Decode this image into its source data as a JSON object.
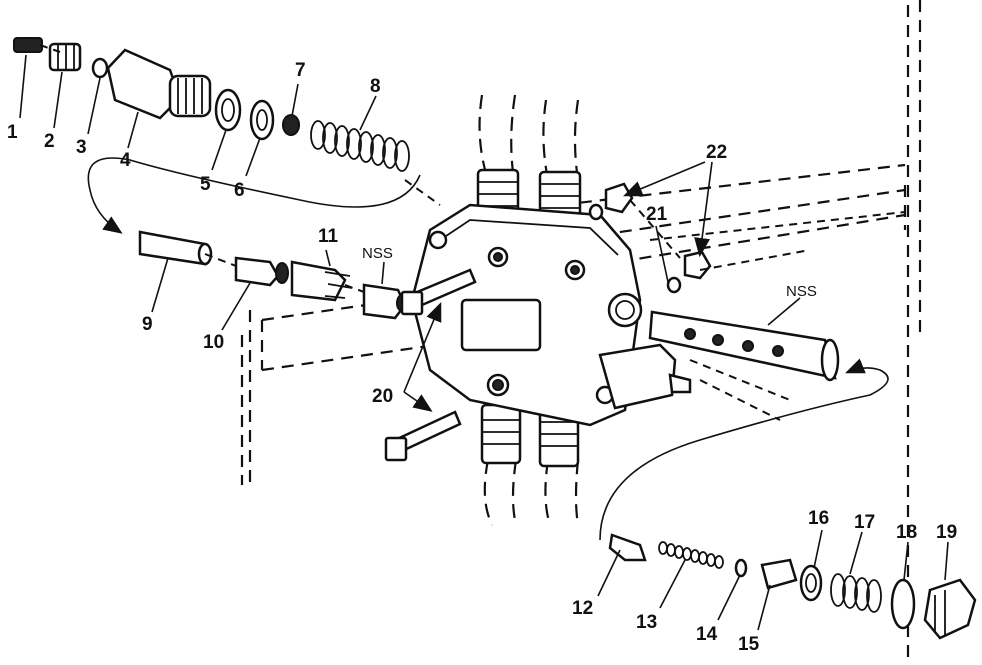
{
  "callouts": [
    "1",
    "2",
    "3",
    "4",
    "5",
    "6",
    "7",
    "8",
    "9",
    "10",
    "11",
    "12",
    "13",
    "14",
    "15",
    "16",
    "17",
    "18",
    "19",
    "20",
    "21",
    "22"
  ],
  "nss_labels": [
    "NSS",
    "NSS"
  ],
  "icons": [
    "exploded-view-hydraulic-valve"
  ]
}
